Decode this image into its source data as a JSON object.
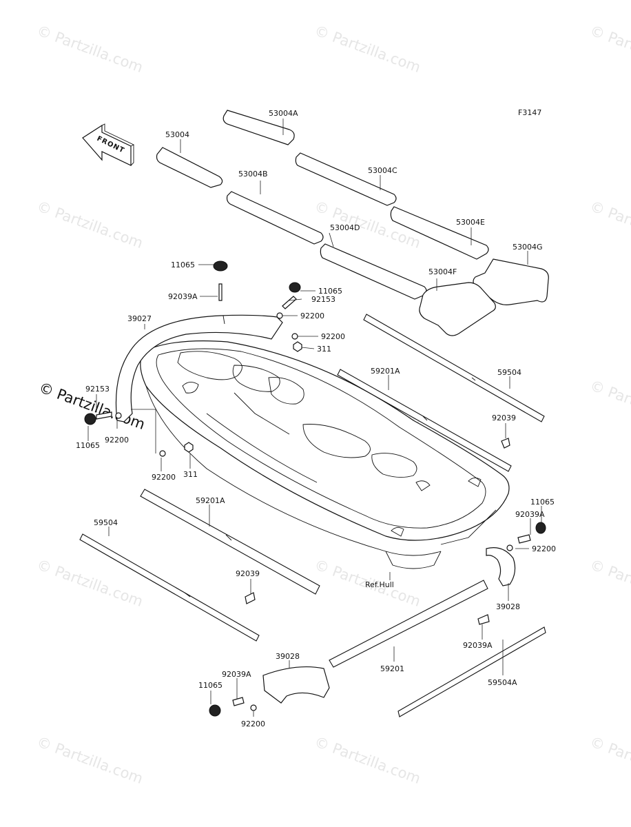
{
  "figure_code": "F3147",
  "front_label": "FRONT",
  "watermark": "© Partzilla.com",
  "callouts": [
    {
      "id": "c1",
      "label": "53004A"
    },
    {
      "id": "c2",
      "label": "53004"
    },
    {
      "id": "c3",
      "label": "53004C"
    },
    {
      "id": "c4",
      "label": "53004B"
    },
    {
      "id": "c5",
      "label": "53004E"
    },
    {
      "id": "c6",
      "label": "53004D"
    },
    {
      "id": "c7",
      "label": "53004G"
    },
    {
      "id": "c8",
      "label": "53004F"
    },
    {
      "id": "c9",
      "label": "11065"
    },
    {
      "id": "c10",
      "label": "11065"
    },
    {
      "id": "c11",
      "label": "92039A"
    },
    {
      "id": "c12",
      "label": "92153"
    },
    {
      "id": "c13",
      "label": "92200"
    },
    {
      "id": "c14",
      "label": "39027"
    },
    {
      "id": "c15",
      "label": "92200"
    },
    {
      "id": "c16",
      "label": "311"
    },
    {
      "id": "c17",
      "label": "59201A"
    },
    {
      "id": "c18",
      "label": "59504"
    },
    {
      "id": "c19",
      "label": "92153"
    },
    {
      "id": "c20",
      "label": "92039"
    },
    {
      "id": "c21",
      "label": "92200"
    },
    {
      "id": "c22",
      "label": "11065"
    },
    {
      "id": "c23",
      "label": "92200"
    },
    {
      "id": "c24",
      "label": "311"
    },
    {
      "id": "c25",
      "label": "59201A"
    },
    {
      "id": "c26",
      "label": "11065"
    },
    {
      "id": "c27",
      "label": "92039A"
    },
    {
      "id": "c28",
      "label": "59504"
    },
    {
      "id": "c29",
      "label": "92200"
    },
    {
      "id": "c30",
      "label": "92039"
    },
    {
      "id": "c31",
      "label": "Ref.Hull"
    },
    {
      "id": "c32",
      "label": "39028"
    },
    {
      "id": "c33",
      "label": "92039A"
    },
    {
      "id": "c34",
      "label": "39028"
    },
    {
      "id": "c35",
      "label": "59201"
    },
    {
      "id": "c36",
      "label": "92039A"
    },
    {
      "id": "c37",
      "label": "59504A"
    },
    {
      "id": "c38",
      "label": "11065"
    },
    {
      "id": "c39",
      "label": "92200"
    }
  ]
}
